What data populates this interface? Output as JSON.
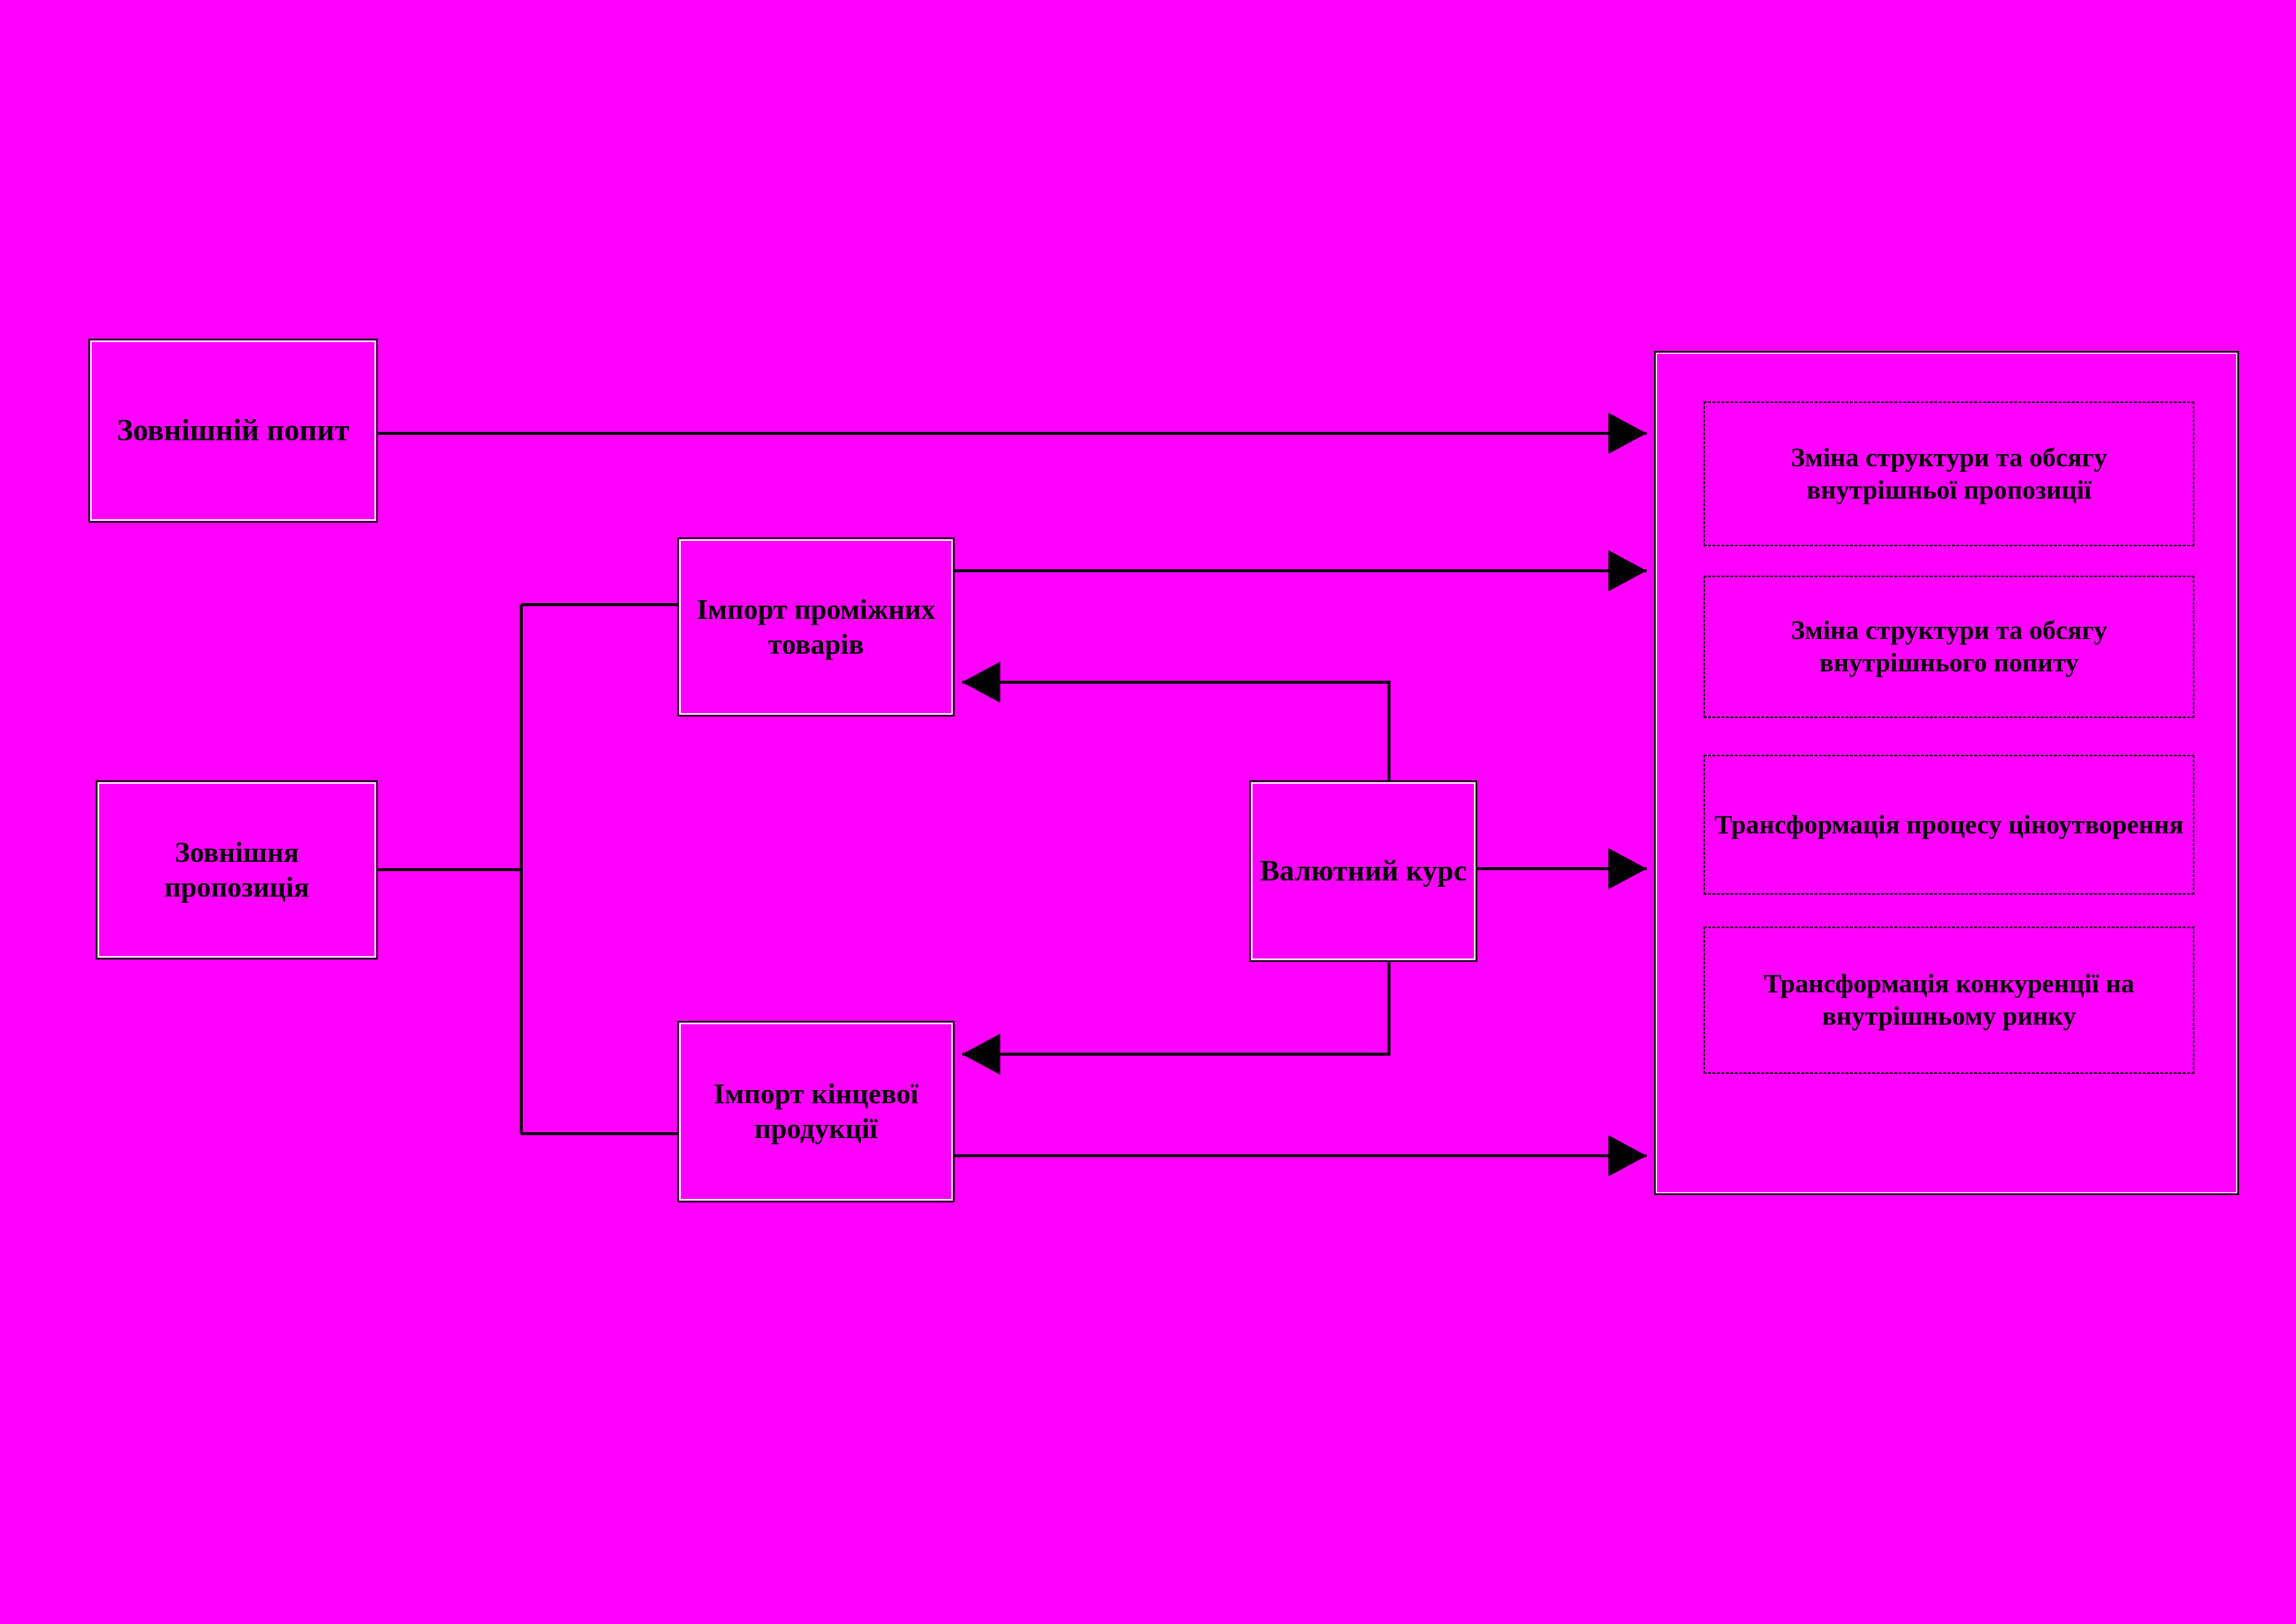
{
  "diagram": {
    "background_color": "#FF00FF",
    "line_color": "#000000",
    "nodes": {
      "external_demand": "Зовнішній попит",
      "external_supply": "Зовнішня пропозиція",
      "import_intermediate": "Імпорт проміжних товарів",
      "import_final": "Імпорт кінцевої продукції",
      "exchange_rate": "Валютний курс"
    },
    "outcomes": [
      "Зміна структури та обсягу внутрішньої пропозиції",
      "Зміна структури та обсягу внутрішнього попиту",
      "Трансформація процесу ціноутворення",
      "Трансформація конкуренції на внутрішньому ринку"
    ],
    "edges": [
      {
        "from": "external_demand",
        "to": "outcomes_panel",
        "arrow": "right"
      },
      {
        "from": "external_supply",
        "to": "import_intermediate",
        "arrow": "none"
      },
      {
        "from": "external_supply",
        "to": "import_final",
        "arrow": "none"
      },
      {
        "from": "import_intermediate",
        "to": "outcomes_panel",
        "arrow": "right"
      },
      {
        "from": "import_final",
        "to": "outcomes_panel",
        "arrow": "right"
      },
      {
        "from": "exchange_rate",
        "to": "outcomes_panel",
        "arrow": "right"
      },
      {
        "from": "exchange_rate",
        "to": "import_intermediate",
        "arrow": "left"
      },
      {
        "from": "exchange_rate",
        "to": "import_final",
        "arrow": "left"
      }
    ]
  }
}
